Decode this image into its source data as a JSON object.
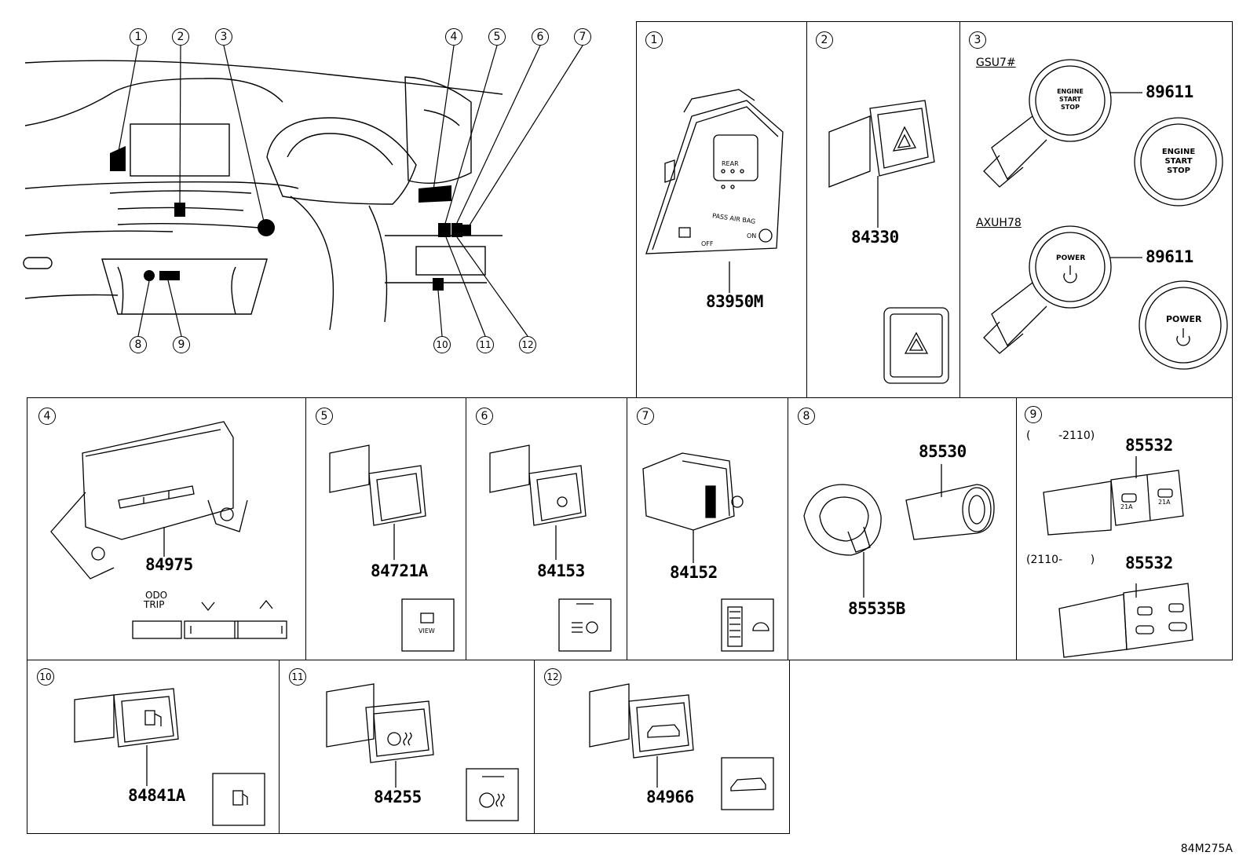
{
  "overview": {
    "callouts": [
      "1",
      "2",
      "3",
      "4",
      "5",
      "6",
      "7",
      "8",
      "9",
      "10",
      "11",
      "12"
    ]
  },
  "panels": {
    "p1": {
      "num": "1",
      "part": "83950M",
      "text": {
        "rear": "REAR",
        "pass_air_bag": "PASS AIR BAG",
        "off": "OFF",
        "on": "ON"
      }
    },
    "p2": {
      "num": "2",
      "part": "84330"
    },
    "p3": {
      "num": "3",
      "variants": [
        {
          "label": "GSU7#",
          "part": "89611",
          "button": [
            "ENGINE",
            "START",
            "STOP"
          ]
        },
        {
          "label": "AXUH78",
          "part": "89611",
          "button": [
            "POWER"
          ]
        }
      ]
    },
    "p4": {
      "num": "4",
      "part": "84975",
      "icon": {
        "odo": "ODO",
        "trip": "TRIP"
      }
    },
    "p5": {
      "num": "5",
      "part": "84721A",
      "icon_text": "VIEW"
    },
    "p6": {
      "num": "6",
      "part": "84153"
    },
    "p7": {
      "num": "7",
      "part": "84152"
    },
    "p8": {
      "num": "8",
      "parts": [
        "85530",
        "85535B"
      ]
    },
    "p9": {
      "num": "9",
      "variants": [
        {
          "label": "(        -2110)",
          "part": "85532",
          "text": "21A"
        },
        {
          "label": "(2110-        )",
          "part": "85532"
        }
      ]
    },
    "p10": {
      "num": "10",
      "part": "84841A"
    },
    "p11": {
      "num": "11",
      "part": "84255"
    },
    "p12": {
      "num": "12",
      "part": "84966"
    }
  },
  "figure_id": "84M275A",
  "colors": {
    "line": "#000000",
    "background": "#ffffff"
  }
}
